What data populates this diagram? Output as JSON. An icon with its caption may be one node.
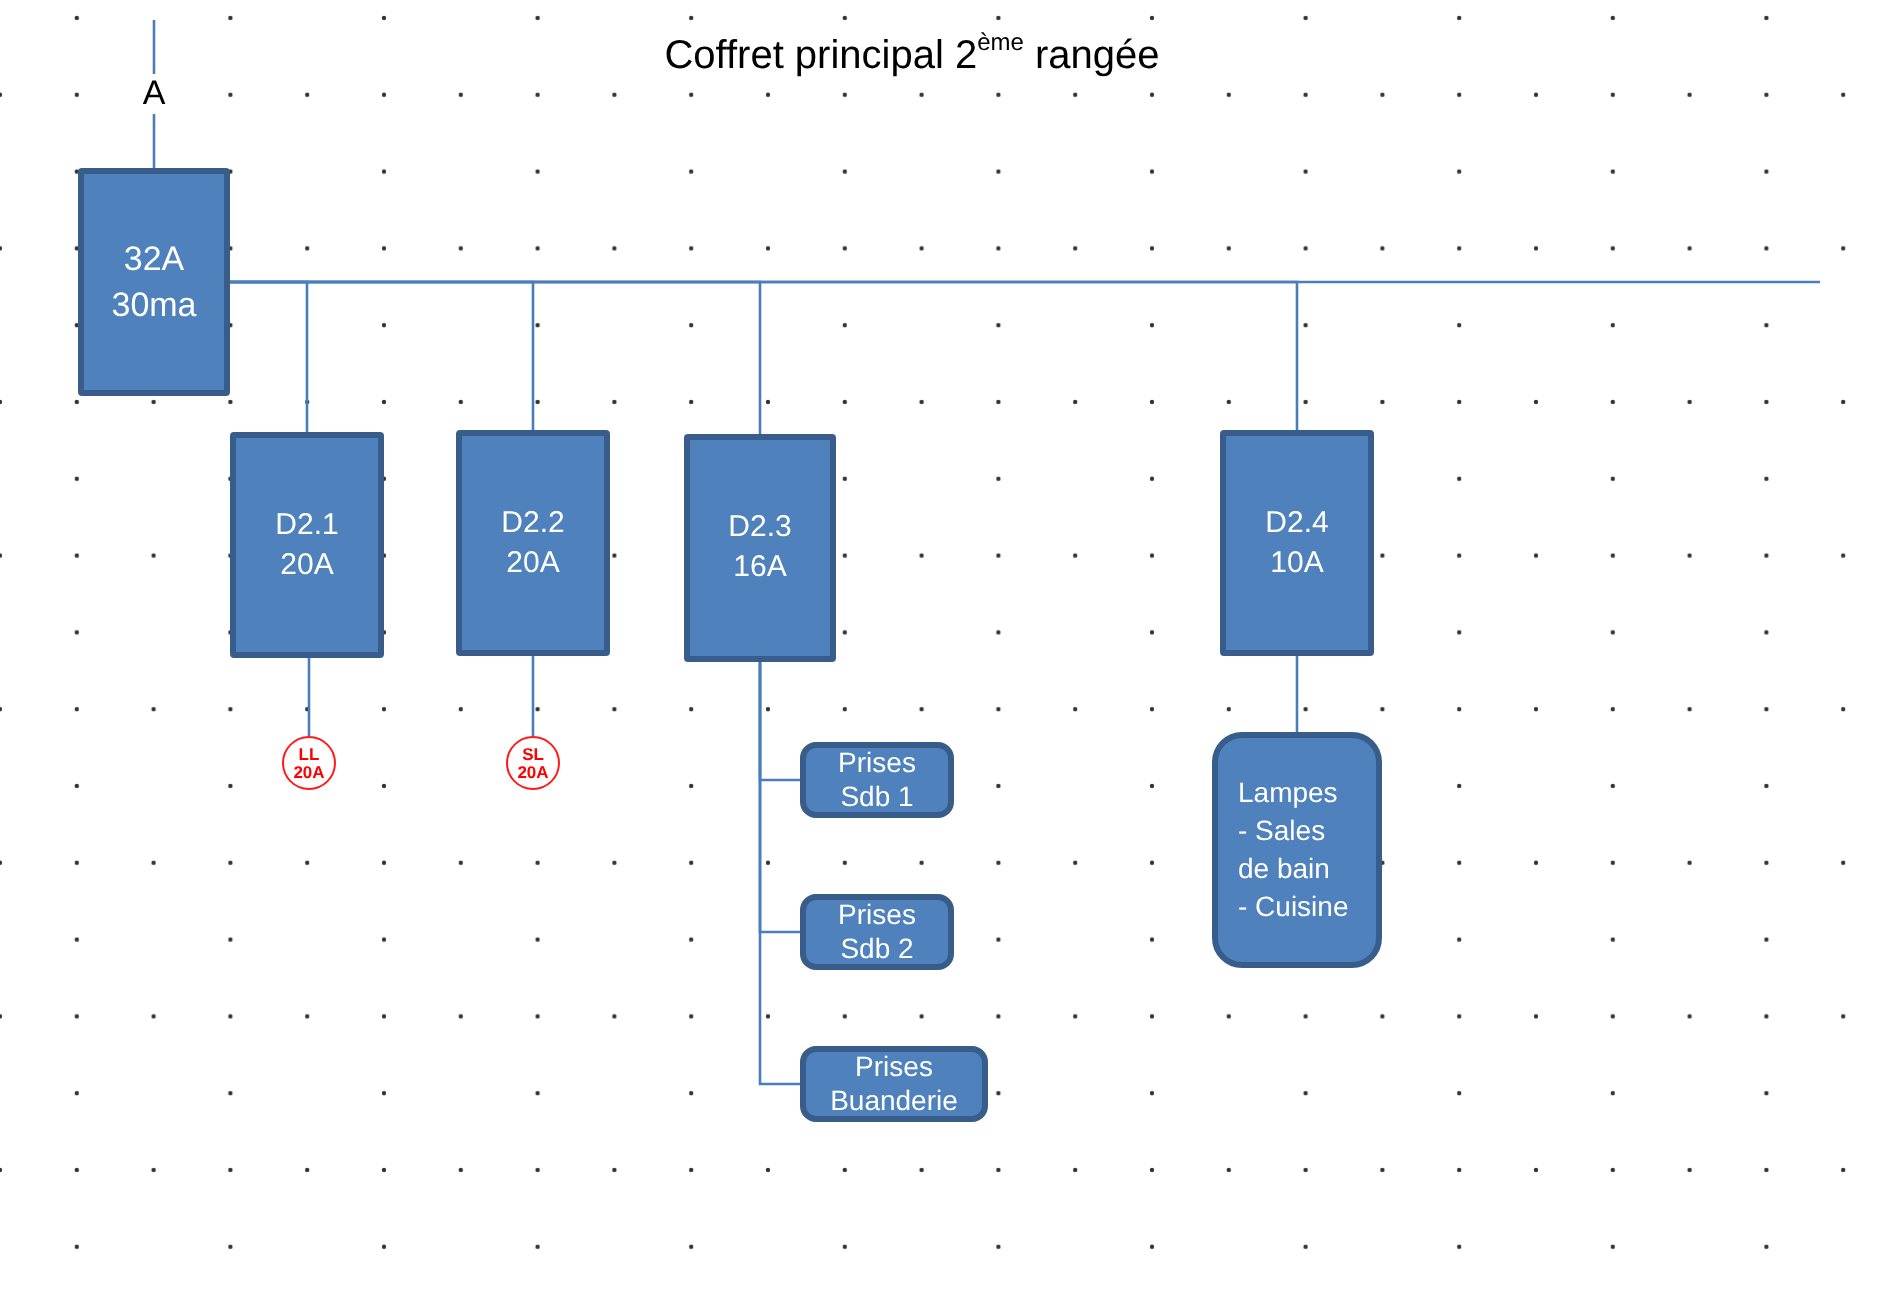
{
  "diagram": {
    "title": "Coffret principal 2$^{ème}$ rangée",
    "nodes": [
      {
        "text": [
          "32A 30ma"
        ]
      },
      {
        "text": [
          "D2.1 20A"
        ]
      },
      {
        "text": [
          "D2.2 20A"
        ]
      },
      {
        "text": [
          "D2.3 16A"
        ]
      },
      {
        "text": [
          "D2.4 10A"
        ]
      },
      {
        "text": [
          "LL 20A"
        ]
      },
      {
        "text": [
          "SL 20A"
        ]
      },
      {
        "text": [
          "Prises Sdb 1"
        ]
      },
      {
        "text": [
          "Prises Sdb 2"
        ]
      },
      {
        "text": [
          "Prises Buanderie"
        ]
      },
      {
        "text": [
          "Lampes",
          "- Sales de bain",
          "- Cuisine"
        ]
      }
    ],
    "edges": [
      {
        "from": null,
        "to": 0,
        "arrow": "none",
        "label": "A"
      },
      {
        "from": 0,
        "to": 1,
        "arrow": "none"
      },
      {
        "from": 0,
        "to": 2,
        "arrow": "none"
      },
      {
        "from": 0,
        "to": 3,
        "arrow": "none"
      },
      {
        "from": 0,
        "to": 4,
        "arrow": "none"
      },
      {
        "from": 0,
        "to": null,
        "arrow": "none"
      },
      {
        "from": 1,
        "to": 5,
        "arrow": "none"
      },
      {
        "from": 2,
        "to": 6,
        "arrow": "none"
      },
      {
        "from": 3,
        "to": 7,
        "arrow": "none"
      },
      {
        "from": 3,
        "to": 8,
        "arrow": "none"
      },
      {
        "from": 3,
        "to": 9,
        "arrow": "none"
      },
      {
        "from": 4,
        "to": 10,
        "arrow": "none"
      }
    ]
  }
}
